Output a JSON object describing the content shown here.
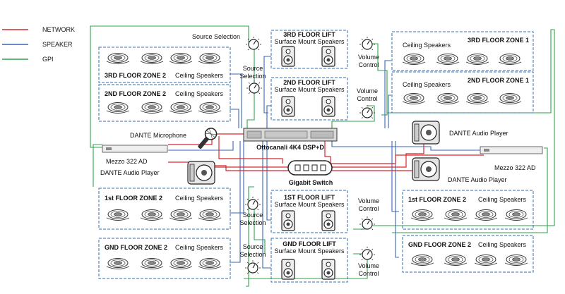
{
  "legend": [
    {
      "label": "NETWORK",
      "color": "#d8262b"
    },
    {
      "label": "SPEAKER",
      "color": "#3a64b8"
    },
    {
      "label": "GPI",
      "color": "#2fa24a"
    }
  ],
  "zones": {
    "z3l": {
      "title": "3RD FLOOR ZONE 2",
      "sub": "Ceiling Speakers"
    },
    "z2l": {
      "title": "2ND FLOOR ZONE 2",
      "sub": "Ceiling Speakers"
    },
    "z1l": {
      "title": "1st FLOOR ZONE 2",
      "sub": "Ceiling Speakers"
    },
    "zgl": {
      "title": "GND FLOOR ZONE 2",
      "sub": "Ceiling Speakers"
    },
    "z3r": {
      "title": "3RD FLOOR ZONE 1",
      "sub": "Ceiling Speakers"
    },
    "z2r": {
      "title": "2ND FLOOR ZONE 1",
      "sub": "Ceiling Speakers"
    },
    "z1r": {
      "title": "1st FLOOR ZONE 2",
      "sub": "Ceiling Speakers"
    },
    "zgr": {
      "title": "GND FLOOR ZONE 2",
      "sub": "Ceiling Speakers"
    }
  },
  "lifts": {
    "l3": {
      "title": "3RD FLOOR LIFT",
      "sub": "Surface Mount Speakers"
    },
    "l2": {
      "title": "2ND FLOOR LIFT",
      "sub": "Surface Mount Speakers"
    },
    "l1": {
      "title": "1ST FLOOR LIFT",
      "sub": "Surface Mount Speakers"
    },
    "lg": {
      "title": "GND FLOOR LIFT",
      "sub": "Surface Mount Speakers"
    }
  },
  "controls": {
    "source_selection": "Source Selection",
    "source_line1": "Source",
    "source_line2": "Selection",
    "volume_line1": "Volume",
    "volume_line2": "Control"
  },
  "devices": {
    "dsp": "Ottocanali 4K4 DSP+D",
    "switch": "Gigabit Switch",
    "mezzo_left": "Mezzo 322 AD",
    "mezzo_right": "Mezzo 322 AD",
    "dante_mic": "DANTE Microphone",
    "dante_player_left": "DANTE Audio Player",
    "dante_player_right_top": "DANTE Audio Player",
    "dante_player_right_bottom": "DANTE Audio Player"
  }
}
